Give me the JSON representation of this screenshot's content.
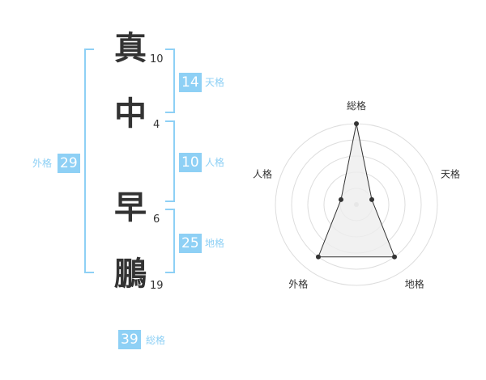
{
  "name": {
    "chars": [
      {
        "kanji": "真",
        "strokes": "10"
      },
      {
        "kanji": "中",
        "strokes": "4"
      },
      {
        "kanji": "早",
        "strokes": "6"
      },
      {
        "kanji": "鵬",
        "strokes": "19"
      }
    ]
  },
  "kakusu": {
    "tenkaku": {
      "value": "14",
      "label": "天格"
    },
    "jinkaku": {
      "value": "10",
      "label": "人格"
    },
    "chikaku": {
      "value": "25",
      "label": "地格"
    },
    "gaikaku": {
      "value": "29",
      "label": "外格"
    },
    "soukaku": {
      "value": "39",
      "label": "総格"
    }
  },
  "colors": {
    "accent": "#8ed0f5",
    "text": "#333333",
    "ring": "#dddddd",
    "fill": "#eeeeee"
  },
  "chart_data": {
    "type": "radar",
    "axes": [
      "総格",
      "天格",
      "地格",
      "外格",
      "人格"
    ],
    "max": 5,
    "values": [
      5,
      1,
      4,
      4,
      1
    ]
  }
}
